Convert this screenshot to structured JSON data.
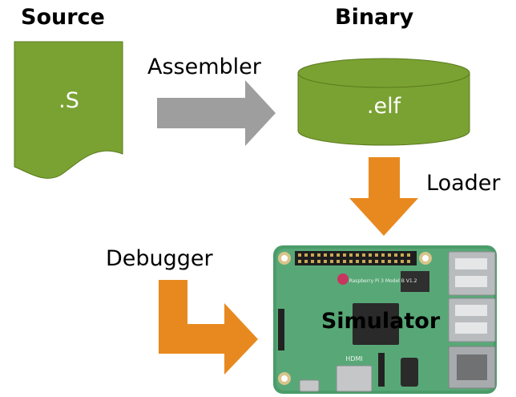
{
  "titles": {
    "source": "Source",
    "binary": "Binary"
  },
  "source_file": {
    "label": ".S"
  },
  "binary_file": {
    "label": ".elf"
  },
  "steps": {
    "assembler": "Assembler",
    "loader": "Loader",
    "debugger": "Debugger"
  },
  "board": {
    "label": "Simulator",
    "silkscreen": "Raspberry Pi 3 Model B V1.2",
    "ports": {
      "hdmi": "HDMI"
    }
  },
  "colors": {
    "file_fill": "#7aa232",
    "file_stroke": "#5a7a1e",
    "assembler_arrow": "#9e9e9e",
    "loader_arrow": "#e8891f",
    "debugger_arrow": "#e8891f",
    "board_green": "#4b9c6a"
  },
  "icons": {
    "source_document": "document-shape",
    "binary_database": "cylinder-shape",
    "board": "raspberry-pi-board"
  }
}
